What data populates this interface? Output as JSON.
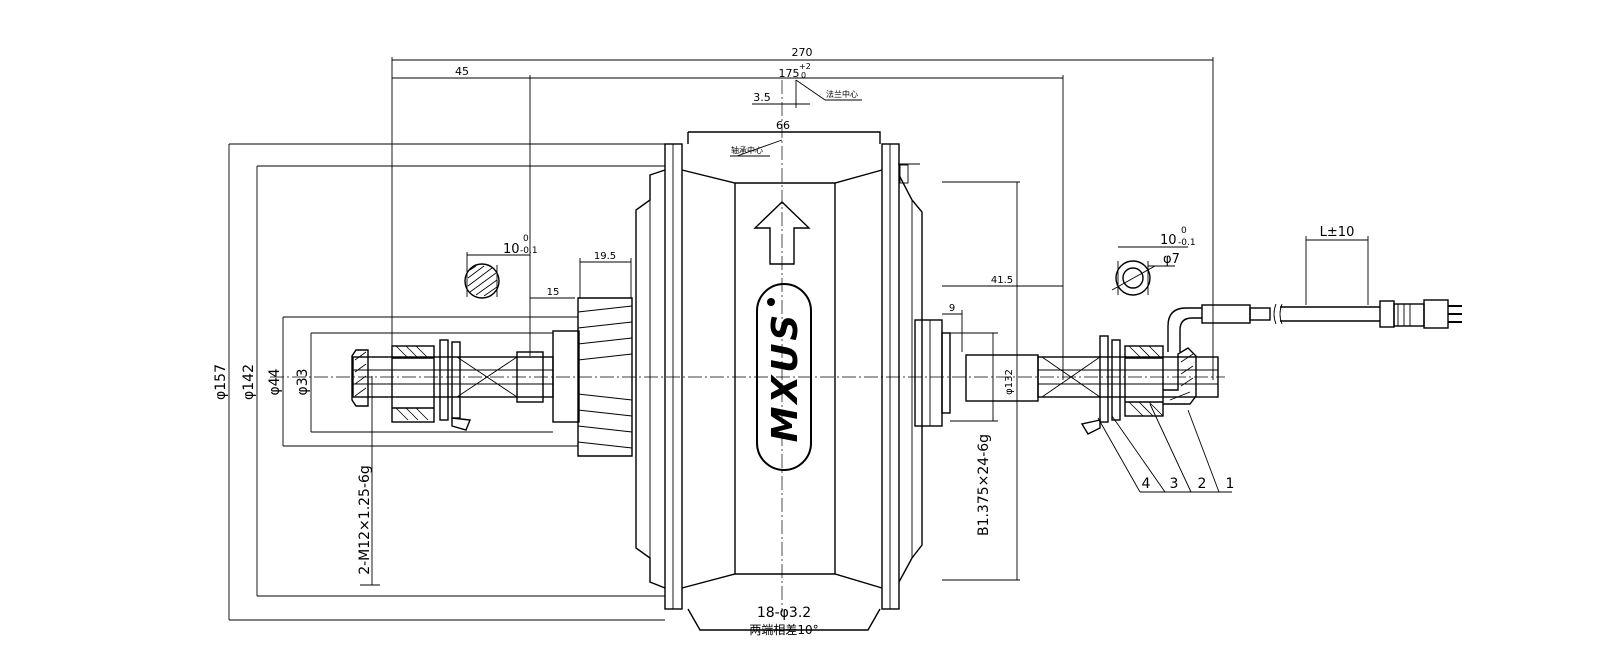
{
  "logo_text": "MXUS",
  "dimensions": {
    "overall_length": "270",
    "left_offset": "45",
    "flange_span": "175",
    "flange_span_tol_upper": "+2",
    "flange_span_tol_lower": "0",
    "flange_center_label": "法兰中心",
    "offset_small": "3.5",
    "shell_width": "66",
    "rim_center_label": "轴承中心",
    "flat_width_left": "10",
    "flat_tol_upper": "0",
    "flat_tol_lower": "-0.1",
    "flat_width_right": "10",
    "hub_step": "19.5",
    "small_step": "15",
    "cassette_side": "41.5",
    "spacer": "9",
    "cable_dia": "φ7",
    "cable_length": "L±10",
    "dia_outer": "φ157",
    "dia_flange": "φ142",
    "dia_44": "φ44",
    "dia_33": "φ33",
    "dia_132": "φ132",
    "axle_thread": "2-M12×1.25-6g",
    "freewheel_thread": "B1.375×24-6g",
    "spoke_holes": "18-φ3.2",
    "spoke_note": "两端相差10°"
  },
  "part_numbers": [
    "1",
    "2",
    "3",
    "4"
  ]
}
